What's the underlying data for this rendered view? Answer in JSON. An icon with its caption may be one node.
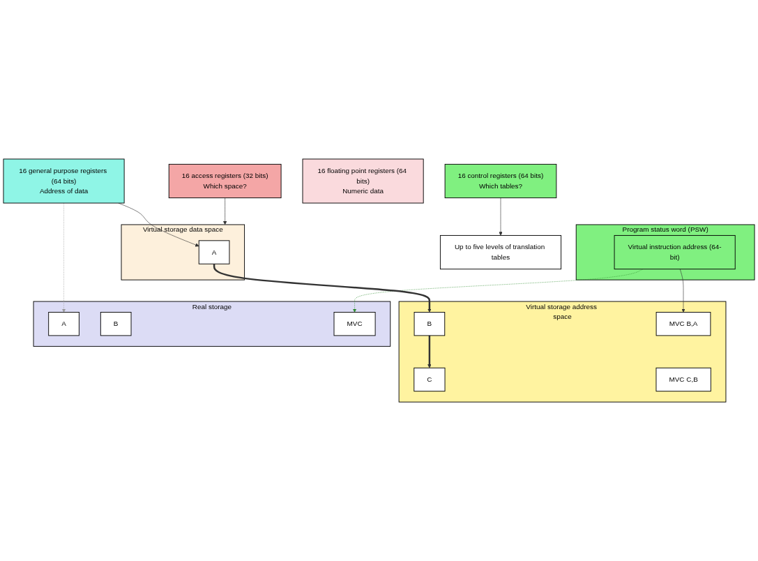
{
  "diagram": {
    "nodes": [
      {
        "text": [
          "16 access registers (32 bits)",
          "Which space?"
        ]
      },
      {
        "text": [
          "16 general purpose registers (64 bits)",
          "Address of data"
        ]
      },
      {
        "text": [
          "16 floating point registers (64 bits)",
          "Numeric data"
        ]
      },
      {
        "text": [
          "Program status word (PSW)"
        ]
      },
      {
        "text": [
          "Virtual instruction address (64-bit)"
        ],
        "in": 3
      },
      {
        "text": [
          "16 control registers (64 bits)",
          "Which tables?"
        ]
      },
      {
        "text": [
          "Virtual storage data space"
        ]
      },
      {
        "text": [
          "A"
        ],
        "in": 6
      },
      {
        "text": [
          "Virtual storage address space"
        ]
      },
      {
        "text": [
          "B"
        ],
        "in": 8
      },
      {
        "text": [
          "C"
        ],
        "in": 8
      },
      {
        "text": [
          "MVC B,A"
        ],
        "in": 8
      },
      {
        "text": [
          "MVC C,B"
        ],
        "in": 8
      },
      {
        "text": [
          "Real storage"
        ]
      },
      {
        "text": [
          "A"
        ],
        "in": 13
      },
      {
        "text": [
          "B"
        ],
        "in": 13
      },
      {
        "text": [
          "MVC"
        ],
        "in": 13
      },
      {
        "text": [
          "Up to five levels of translation tables"
        ]
      }
    ],
    "edges": [
      {
        "from": 0,
        "to": 6,
        "arrow": "to"
      },
      {
        "from": 1,
        "to": 7,
        "arrow": "to"
      },
      {
        "from": 1,
        "to": 14,
        "arrow": "to",
        "style": "dashed",
        "color": "#999999"
      },
      {
        "from": 4,
        "to": 11,
        "arrow": "to"
      },
      {
        "from": 4,
        "to": 16,
        "arrow": "to",
        "style": "dashed",
        "color": "#2e8b2e"
      },
      {
        "from": 5,
        "to": 17,
        "arrow": "to"
      },
      {
        "from": 7,
        "to": 9,
        "arrow": "to",
        "style": "thick"
      },
      {
        "from": 9,
        "to": 10,
        "arrow": "to",
        "style": "thick"
      }
    ]
  }
}
